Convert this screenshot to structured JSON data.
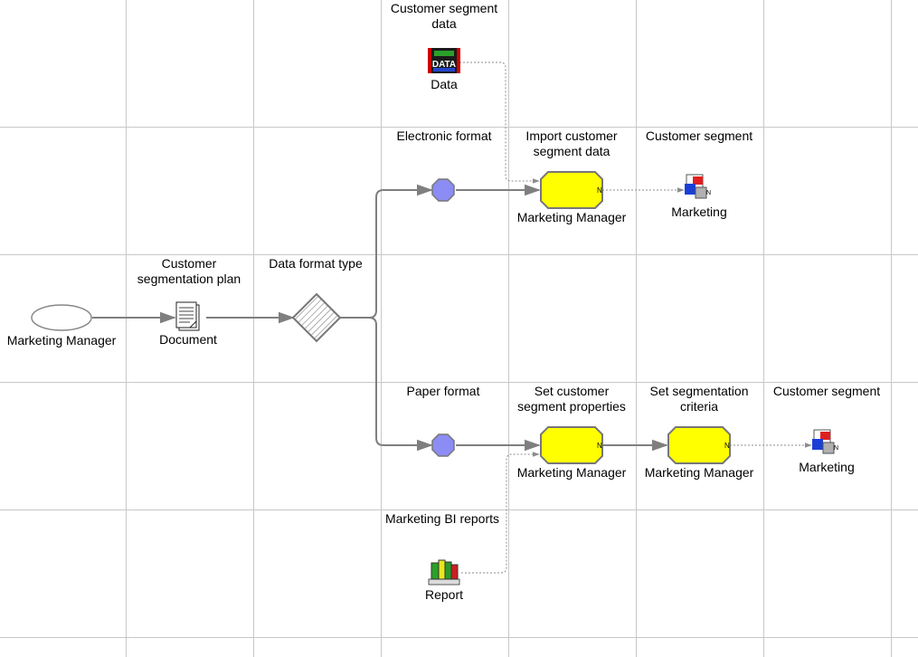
{
  "start_event": {
    "role": "Marketing Manager"
  },
  "plan": {
    "label_lines": [
      "Customer",
      "segmentation plan"
    ],
    "type": "Document"
  },
  "gateway": {
    "label": "Data format type"
  },
  "segment_data": {
    "label_lines": [
      "Customer segment",
      "data"
    ],
    "type": "Data",
    "icon_text": "DATA"
  },
  "electronic_event": {
    "label": "Electronic format"
  },
  "import_task": {
    "label_lines": [
      "Import customer",
      "segment data"
    ],
    "role": "Marketing Manager"
  },
  "segment_out_top": {
    "label": "Customer segment",
    "owner": "Marketing"
  },
  "paper_event": {
    "label": "Paper format"
  },
  "set_props_task": {
    "label_lines": [
      "Set customer",
      "segment properties"
    ],
    "role": "Marketing Manager"
  },
  "criteria_task": {
    "label_lines": [
      "Set segmentation",
      "criteria"
    ],
    "role": "Marketing Manager"
  },
  "segment_out_bottom": {
    "label": "Customer segment",
    "owner": "Marketing"
  },
  "bi_reports": {
    "label": "Marketing BI reports",
    "type": "Report"
  },
  "task_marker": "N",
  "colors": {
    "grid": "#c8c8c8",
    "flow": "#7f7f7f",
    "task_fill": "#ffff00",
    "event_fill": "#8c8cf5",
    "data_link": "#8c8c8c"
  }
}
